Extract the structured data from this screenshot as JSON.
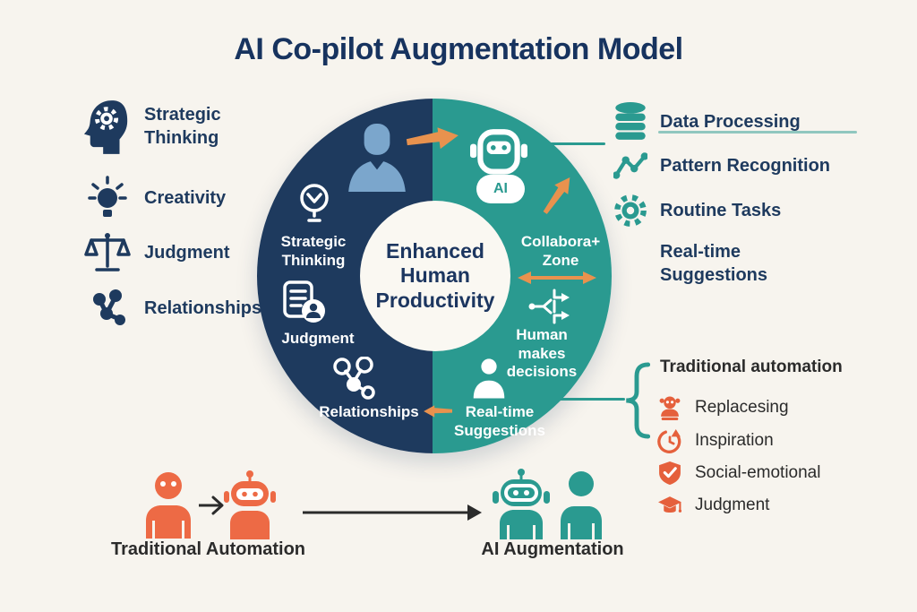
{
  "title": "AI Co-pilot Augmentation Model",
  "left_list": {
    "items": [
      {
        "icon": "head-gear",
        "label": "Strategic\nThinking"
      },
      {
        "icon": "lightbulb-rays",
        "label": "Creativity"
      },
      {
        "icon": "balance-scales",
        "label": "Judgment"
      },
      {
        "icon": "network-nodes",
        "label": "Relationships"
      }
    ]
  },
  "right_list": {
    "items": [
      {
        "icon": "database",
        "label": "Data Processing"
      },
      {
        "icon": "pattern-line",
        "label": "Pattern Recognition"
      },
      {
        "icon": "gear",
        "label": "Routine Tasks"
      },
      {
        "icon": "none",
        "label": "Real-time\nSuggestions"
      }
    ]
  },
  "donut": {
    "center_label": "Enhanced\nHuman\nProductivity",
    "human_side": {
      "strategic": "Strategic\nThinking",
      "judgment": "Judgment",
      "relationships": "Relationships"
    },
    "ai_side": {
      "badge": "AI",
      "zone": "Collabora+\nZone",
      "decisions": "Human\nmakes\ndecisions",
      "realtime": "Real-time\nSuggestions"
    }
  },
  "callout": {
    "header": "Traditional automation",
    "items": [
      {
        "icon": "robot-figure",
        "label": "Replacesing"
      },
      {
        "icon": "refresh-clock",
        "label": "Inspiration"
      },
      {
        "icon": "shield-check",
        "label": "Social-emotional"
      },
      {
        "icon": "graduation-cap",
        "label": "Judgment"
      }
    ]
  },
  "bottom": {
    "traditional": "Traditional Automation",
    "ai": "AI Augmentation"
  },
  "colors": {
    "navy": "#1e3a5e",
    "teal": "#2a9a90",
    "light_blue": "#7ba6cc",
    "orange_arrow": "#e8924e",
    "orange_figure": "#ed6a45",
    "orange_icon": "#e5603c",
    "background": "#f7f4ee"
  }
}
